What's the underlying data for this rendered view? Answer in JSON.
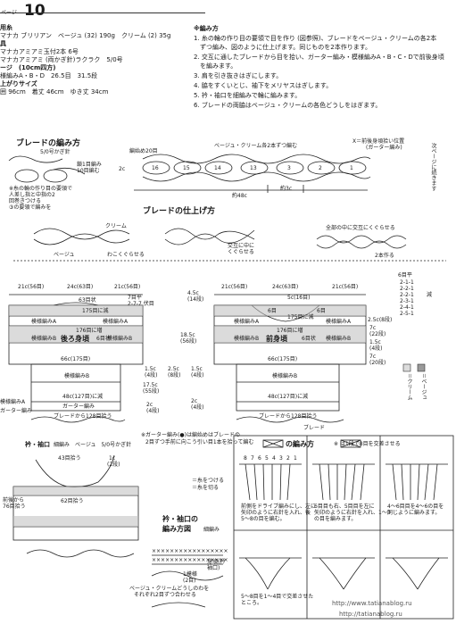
{
  "header": {
    "page_prefix": "ページ",
    "page_number": "10"
  },
  "materials": {
    "title": "用糸",
    "lines": [
      "マナカ ブリリアン　ベージュ (32) 190g　クリーム (2) 35g",
      "具",
      "マナカアミアミ玉付2本 6号",
      "マナカアミアミ (両かぎ針)ラクラク　5/0号",
      "ージ　(10cm四方)",
      "様編みA・B・D　26.5目　31.5段",
      "上がりサイズ",
      "囲 96cm　着丈 46cm　ゆき丈 34cm"
    ]
  },
  "instructions": {
    "title": "※編み方",
    "lines": [
      "1. 糸の輪の作り目の要領で目を作り (図参照)、ブレードをベージュ・クリームの各2本",
      "　ずつ編み、図のように仕上げます。同じものを2本作ります。",
      "2. 交互に通したブレードから目を拾い、ガーター編み・模様編みA・B・C・Dで前後身頃",
      "　を編みます。",
      "3. 肩を引き抜きはぎにします。",
      "4. 脇をすくいとじ、袖下をメリヤスはぎします。",
      "5. 衿・袖口を細編みで輪に編みます。",
      "6. ブレードの両脇はベージュ・クリームの各色どうしをはぎます。"
    ]
  },
  "braid_section": {
    "title": "ブレードの編み方",
    "hook": "5/0号かぎ針",
    "chain_label": "鎖1目編み",
    "chain_label2": "10目編む",
    "note_lines": [
      "※糸の輪の作り目の要領で",
      "人差し指と中指の2",
      "回巻きつける",
      "③の要領で編みを"
    ],
    "top_label": "ベージュ・クリーム各2本ずつ編む",
    "start_label": "編始め20目",
    "marker_label": "X＝前後身頃拾い位置",
    "marker_label2": "(ガーター編み)",
    "numbers": [
      "16",
      "15",
      "14",
      "13",
      "3",
      "2",
      "1"
    ],
    "width_label": "約48c",
    "pitch_label": "約3c",
    "height_label": "2c",
    "side_note": "次ページに続きます"
  },
  "finish_section": {
    "title": "ブレードの仕上げ方",
    "cream": "クリーム",
    "beige": "ベージュ",
    "twist": "わこくぐらせる",
    "alternate": "交互に中に",
    "alternate2": "くぐらせる",
    "all_note": "全部の中に交互にくぐらせる",
    "pieces": "2本作る"
  },
  "back_body": {
    "title": "後ろ身頃",
    "dims_top": [
      "21c(56目)",
      "24c(63目)",
      "21c(56目)"
    ],
    "top_note": "63目状",
    "neck_note": "7目平",
    "neck_note2": "2-7-7 伏目",
    "decrease": "175目に減",
    "pattern_a": "模様編みA",
    "pattern_b": "模様編みB",
    "row_175": "176目に増",
    "row_6": "6目状",
    "width_66": "66c(175目)",
    "width_48": "48c(127目)に減",
    "garter": "ガーター編み",
    "pick_up": "ブレードから128目拾う",
    "side_dims": [
      "1.5c",
      "(4段)",
      "2.5c",
      "(8段)",
      "17.5c",
      "(55段)",
      "2c",
      "(4段)"
    ],
    "left_labels": [
      "模様編みA",
      "ガーター編み"
    ]
  },
  "front_body": {
    "title": "前身頃",
    "dims_top": [
      "21c(56目)",
      "24c(63目)",
      "21c(56目)"
    ],
    "neck": "6目状",
    "decrease": "175目に減",
    "pattern_a": "模様編みA",
    "pattern_b": "模様編みB",
    "row_175": "176目に増",
    "row_6": "6目状",
    "width_66": "66c(175目)",
    "width_48": "48c(127目)に減",
    "pick_up": "ブレードから128目拾う",
    "braid": "ブレード",
    "dims_left": [
      "4.5c",
      "(14段)",
      "18.5c",
      "(56段)",
      "1.5c",
      "(4段)",
      "2c",
      "(4段)"
    ],
    "dims_right": [
      "2.5c(8段)",
      "7c",
      "(22段)",
      "1.5c",
      "(4段)",
      "7c",
      "(20段)"
    ],
    "neck_dims": [
      "5c(16目)",
      "6目",
      "6目"
    ]
  },
  "counts": {
    "title": "6目平",
    "rows": [
      "2-1-1",
      "2-2-1",
      "2-2-1",
      "2-3-1",
      "2-4-1",
      "2-5-1"
    ],
    "label": "減"
  },
  "legend": {
    "cream": "＝クリーム",
    "beige": "＝ベージュ",
    "cream_color": "#dcdcdc",
    "beige_color": "#9a9a9a"
  },
  "notes": {
    "garter_note": "※ガーター編み(●)は編始めはブレードの",
    "garter_note2": "2目ずつ手前に向こう引い目1本を拾って編む"
  },
  "collar_section": {
    "title": "衿・袖口",
    "subtitle": "細編み　ベージュ　5/0号かぎ針",
    "neck_count": "43目拾う",
    "top_side": "1c",
    "top_side2": "(2段)",
    "mid_count": "62目拾う",
    "left_label": "前後から",
    "left_label2": "76目拾う"
  },
  "collar_chart": {
    "title": "衿・袖口の",
    "title2": "編み方図",
    "subtitle": "細編み",
    "key1": "＝糸をつける",
    "key2": "＝糸を切る",
    "rows": [
      "×××××××××××××××××",
      "×××××××××××××××××"
    ],
    "note": "ベージュ・クリームどうしのわを",
    "note2": "それぞれ2目ずつ合わせる",
    "label": "1模様",
    "label2": "(2目)",
    "side": "身頃(衿",
    "side2": "袖口)"
  },
  "cable_section": {
    "title": "の編み方",
    "note": "※ は1段で8目を交差させる",
    "cap1": "前側をドライブ編みにし、左に",
    "cap2": "矢印のように右針を入れ、後",
    "cap3": "5〜8の目を編む。",
    "cap4": "6目目も右、5目目を左に",
    "cap5": "矢印のように右針を入れ、1〜3",
    "cap6": "の目を編みます。",
    "cap7": "4〜6目目を4〜6の目を",
    "cap8": "同じように編みます。",
    "cap9": "5〜8目を1〜4目で交差させた",
    "cap10": "ところ。",
    "stitch_numbers": [
      "8",
      "7",
      "6",
      "5",
      "4",
      "3",
      "2",
      "1"
    ]
  },
  "footer": {
    "url": "http://www.tatianablog.ru",
    "url2": "http://tatianablog.ru"
  }
}
